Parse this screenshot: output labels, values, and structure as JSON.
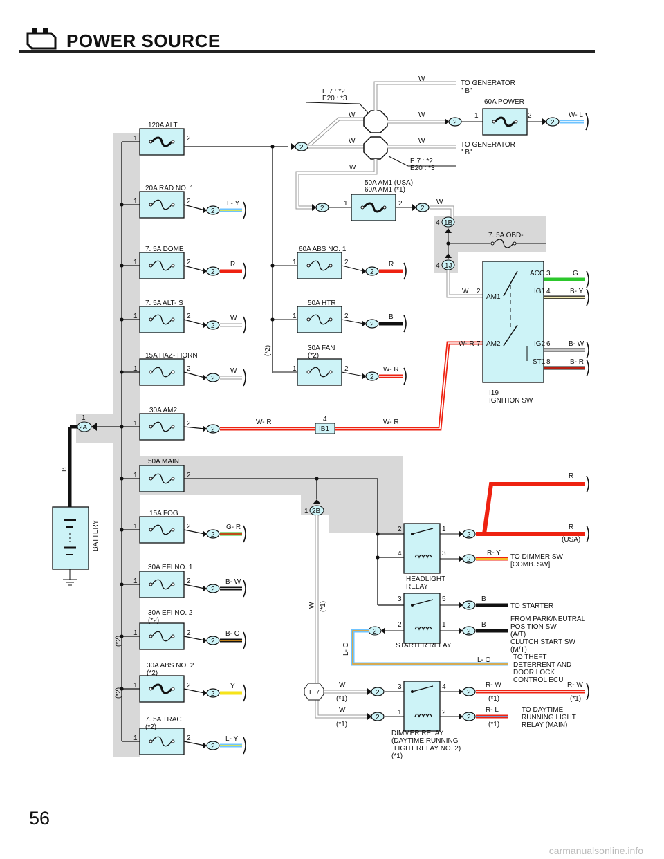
{
  "header": {
    "title": "POWER SOURCE",
    "icon": "battery-icon"
  },
  "page_number": "56",
  "watermark": "carmanualsonline.info",
  "left_fuses": [
    {
      "name": "120A ALT",
      "pins": [
        "1",
        "2"
      ],
      "wire": ""
    },
    {
      "name": "20A RAD NO. 1",
      "pins": [
        "1",
        "2"
      ],
      "wire": "L- Y",
      "connector": "2"
    },
    {
      "name": "7. 5A DOME",
      "pins": [
        "1",
        "2"
      ],
      "wire": "R",
      "connector": "2"
    },
    {
      "name": "7. 5A ALT- S",
      "pins": [
        "1",
        "2"
      ],
      "wire": "W",
      "connector": "2"
    },
    {
      "name": "15A HAZ- HORN",
      "pins": [
        "1",
        "2"
      ],
      "wire": "W",
      "connector": "2"
    },
    {
      "name": "30A AM2",
      "pins": [
        "1",
        "2"
      ],
      "wire": "W- R",
      "connector": "2"
    },
    {
      "name": "50A MAIN",
      "pins": [
        "1",
        "2"
      ],
      "wire": ""
    },
    {
      "name": "15A FOG",
      "pins": [
        "1",
        "2"
      ],
      "wire": "G- R",
      "connector": "2"
    },
    {
      "name": "30A EFI NO. 1",
      "pins": [
        "1",
        "2"
      ],
      "wire": "B- W",
      "connector": "2"
    },
    {
      "name": "30A EFI NO. 2",
      "note": "(*2)",
      "pins": [
        "1",
        "2"
      ],
      "wire": "B- O",
      "connector": "2"
    },
    {
      "name": "30A ABS NO. 2",
      "note": "(*2)",
      "pins": [
        "1",
        "2"
      ],
      "wire": "Y",
      "connector": "2"
    },
    {
      "name": "7. 5A TRAC",
      "note": "(*2)",
      "pins": [
        "1",
        "2"
      ],
      "wire": "L- Y",
      "connector": "2"
    }
  ],
  "mid_fuses": [
    {
      "name": "60A ABS NO. 1",
      "note": "",
      "wire": "R"
    },
    {
      "name": "50A HTR",
      "note": "",
      "wire": "B"
    },
    {
      "name": "30A FAN",
      "note": "(*2)",
      "wire": "W- R"
    }
  ],
  "top": {
    "gen_label": "TO GENERATOR",
    "gen_terminal": "\" B\"",
    "engine_note_1": "E 7 : *2",
    "engine_note_2": "E20 : *3",
    "power_fuse": "60A POWER",
    "power_wire": "W- L",
    "am1_fuse_1": "50A AM1 (USA)",
    "am1_fuse_2": "60A AM1 (*1)",
    "obd_fuse": "7. 5A OBD-",
    "wire_w": "W",
    "mid_note": "(*2)"
  },
  "ignition": {
    "name": "I19",
    "desc": "IGNITION SW",
    "terminals": [
      {
        "term": "ACC",
        "pin": "3",
        "wire": "G"
      },
      {
        "term": "IG1",
        "pin": "4",
        "wire": "B- Y"
      },
      {
        "term": "IG2",
        "pin": "6",
        "wire": "B- W"
      },
      {
        "term": "ST1",
        "pin": "8",
        "wire": "B- R"
      }
    ],
    "am1": "AM1",
    "am1_pin": "2",
    "am1_wire": "W",
    "am2": "AM2",
    "am2_pin": "7",
    "am2_wire": "W- R"
  },
  "connectors": {
    "c1b": "1B",
    "c1j": "1J",
    "pin4": "4",
    "ib1": "IB1",
    "ib1_pin": "4",
    "c2a": "2A",
    "c2a_pin": "1",
    "c2b": "2B",
    "c2b_pin": "1",
    "e7": "E 7"
  },
  "battery": {
    "label": "BATTERY",
    "wire": "B"
  },
  "relays": {
    "headlight": {
      "name": "HEADLIGHT",
      "name2": "RELAY",
      "pins": [
        "2",
        "1",
        "4",
        "3"
      ]
    },
    "starter": {
      "name": "STARTER RELAY",
      "pins": [
        "3",
        "5",
        "2",
        "1"
      ]
    },
    "dimmer": {
      "name": "DIMMER RELAY",
      "name2": "(DAYTIME RUNNING",
      "name3": "LIGHT RELAY NO. 2)",
      "note": "(*1)",
      "pins": [
        "3",
        "4",
        "1",
        "2"
      ]
    }
  },
  "right_outputs": {
    "r_top": "R",
    "r_usa": "R",
    "usa_note": "(USA)",
    "to_dimmer_wire": "R- Y",
    "to_dimmer_1": "TO DIMMER SW",
    "to_dimmer_2": "[COMB.  SW]",
    "to_starter_wire": "B",
    "to_starter": "TO STARTER",
    "from_park_wire": "B",
    "from_park_1": "FROM PARK/NEUTRAL",
    "from_park_2": "POSITION SW",
    "from_park_3": "(A/T)",
    "from_park_4": "CLUTCH START SW",
    "from_park_5": "(M/T)",
    "theft_wire": "L- O",
    "theft_1": "TO THEFT",
    "theft_2": "DETERRENT AND",
    "theft_3": "DOOR LOCK",
    "theft_4": "CONTROL ECU",
    "rw_wire": "R- W",
    "rw_note": "(*1)",
    "rw_note2": "(*1)",
    "rl_wire": "R- L",
    "rl_note": "(*1)",
    "drl_1": "TO DAYTIME",
    "drl_2": "RUNNING LIGHT",
    "drl_3": "RELAY (MAIN)",
    "lo_wire": "L- O",
    "w_wire": "W",
    "star1": "(*1)",
    "star2": "(*2)"
  }
}
